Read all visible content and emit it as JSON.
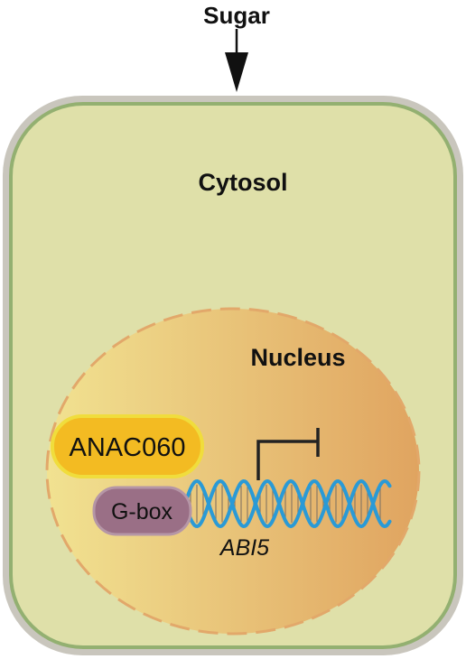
{
  "labels": {
    "input": "Sugar",
    "cell_compartment": "Cytosol",
    "organelle": "Nucleus",
    "transcription_factor": "ANAC060",
    "promoter_element": "G-box",
    "gene": "ABI5"
  },
  "colors": {
    "cell_wall": "#c9c6bd",
    "cell_membrane": "#93b071",
    "cytosol_fill": "#dfe0a9",
    "nucleus_gradient_start": "#f1e291",
    "nucleus_gradient_end": "#e0a460",
    "nucleus_border": "#e2a86a",
    "anac060_fill": "#f3bb22",
    "anac060_border": "#f0dd3c",
    "gbox_fill": "#9a6f86",
    "gbox_border": "#b596a6",
    "dna_strand": "#2a9ad6",
    "arrow": "#111111"
  },
  "relations": [
    {
      "from": "Sugar",
      "to": "Cytosol",
      "type": "input-arrow"
    },
    {
      "from": "ANAC060",
      "to": "G-box",
      "type": "binds"
    },
    {
      "from": "ANAC060",
      "to": "ABI5",
      "type": "repression"
    }
  ]
}
